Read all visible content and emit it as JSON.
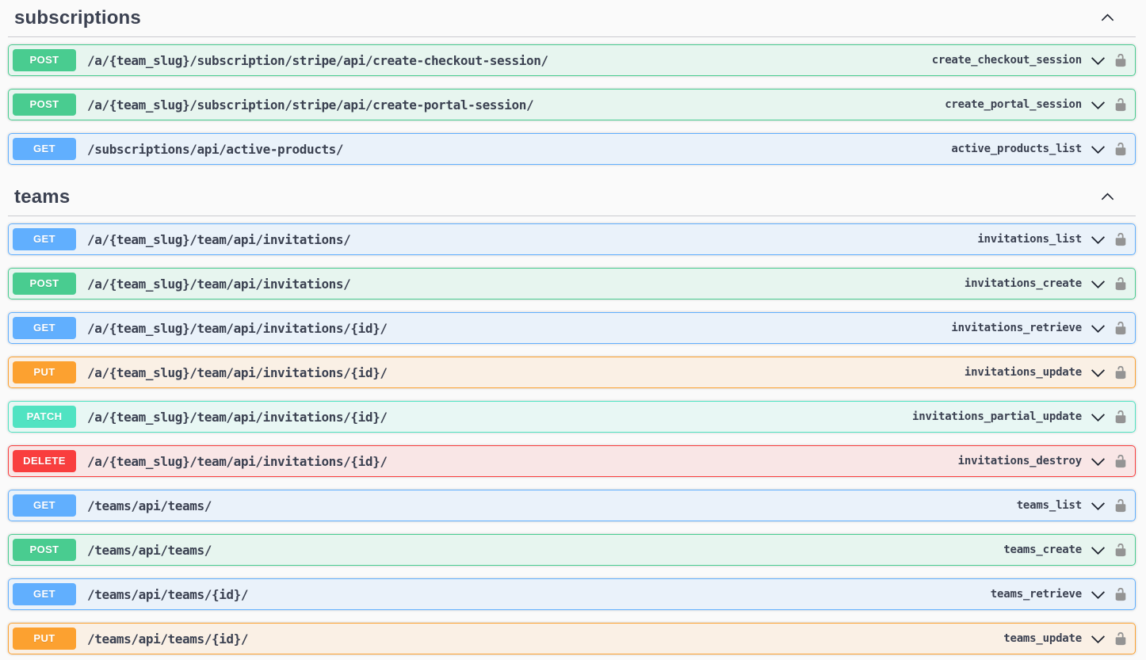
{
  "colors": {
    "page_background": "#fafafa",
    "heading_text": "#3b4151",
    "path_text": "#3b4151",
    "operation_id_text": "#3b4151",
    "divider": "rgba(59,65,81,.25)",
    "lock_icon": "#949494",
    "chevron_icon": "#1f2430",
    "badge_text": "#ffffff"
  },
  "icons": {
    "section_collapse": "chevron-up-icon",
    "operation_expand": "chevron-down-icon",
    "authorization": "lock-unlocked-icon"
  },
  "methods": {
    "get": {
      "label": "GET",
      "badge_color": "#61affe",
      "border_color": "#61affe",
      "row_background": "rgba(97,175,254,.1)"
    },
    "post": {
      "label": "POST",
      "badge_color": "#49cc90",
      "border_color": "#49cc90",
      "row_background": "rgba(73,204,144,.1)"
    },
    "put": {
      "label": "PUT",
      "badge_color": "#fca130",
      "border_color": "#fca130",
      "row_background": "rgba(252,161,48,.1)"
    },
    "patch": {
      "label": "PATCH",
      "badge_color": "#50e3c2",
      "border_color": "#50e3c2",
      "row_background": "rgba(80,227,194,.1)"
    },
    "delete": {
      "label": "DELETE",
      "badge_color": "#f93e3e",
      "border_color": "#f93e3e",
      "row_background": "rgba(249,62,62,.1)"
    }
  },
  "sections": [
    {
      "title": "subscriptions",
      "expanded": true,
      "operations": [
        {
          "method": "post",
          "path": "/a/{team_slug}/subscription/stripe/api/create-checkout-session/",
          "operation_id": "create_checkout_session"
        },
        {
          "method": "post",
          "path": "/a/{team_slug}/subscription/stripe/api/create-portal-session/",
          "operation_id": "create_portal_session"
        },
        {
          "method": "get",
          "path": "/subscriptions/api/active-products/",
          "operation_id": "active_products_list"
        }
      ]
    },
    {
      "title": "teams",
      "expanded": true,
      "operations": [
        {
          "method": "get",
          "path": "/a/{team_slug}/team/api/invitations/",
          "operation_id": "invitations_list"
        },
        {
          "method": "post",
          "path": "/a/{team_slug}/team/api/invitations/",
          "operation_id": "invitations_create"
        },
        {
          "method": "get",
          "path": "/a/{team_slug}/team/api/invitations/{id}/",
          "operation_id": "invitations_retrieve"
        },
        {
          "method": "put",
          "path": "/a/{team_slug}/team/api/invitations/{id}/",
          "operation_id": "invitations_update"
        },
        {
          "method": "patch",
          "path": "/a/{team_slug}/team/api/invitations/{id}/",
          "operation_id": "invitations_partial_update"
        },
        {
          "method": "delete",
          "path": "/a/{team_slug}/team/api/invitations/{id}/",
          "operation_id": "invitations_destroy"
        },
        {
          "method": "get",
          "path": "/teams/api/teams/",
          "operation_id": "teams_list"
        },
        {
          "method": "post",
          "path": "/teams/api/teams/",
          "operation_id": "teams_create"
        },
        {
          "method": "get",
          "path": "/teams/api/teams/{id}/",
          "operation_id": "teams_retrieve"
        },
        {
          "method": "put",
          "path": "/teams/api/teams/{id}/",
          "operation_id": "teams_update"
        }
      ]
    }
  ]
}
